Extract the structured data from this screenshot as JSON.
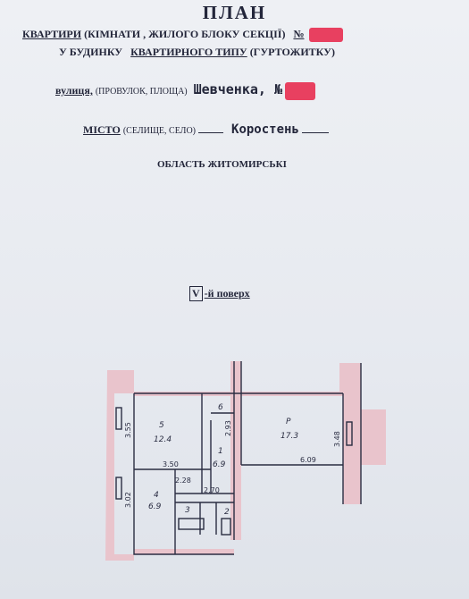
{
  "header": {
    "title": "ПЛАН",
    "line1_word": "КВАРТИРИ",
    "line1_rest": "(КІМНАТИ , ЖИЛОГО БЛОКУ  СЕКЦІЇ)",
    "line1_mark": "№",
    "line2_prefix": "У БУДИНКУ",
    "line2_word": "КВАРТИРНОГО  ТИПУ",
    "line2_rest": "(ГУРТОЖИТКУ)"
  },
  "address": {
    "street_label": "вулиця,",
    "street_hint": "(ПРОВУЛОК, ПЛОЩА)",
    "street_value": "Шевченка, №",
    "city_label": "МІСТО",
    "city_hint": "(СЕЛИЩЕ, СЕЛО)",
    "city_value": "Коростень",
    "region": "ОБЛАСТЬ ЖИТОМИРСЬКІ"
  },
  "floor": {
    "number": "V",
    "suffix": "-й  поверх"
  },
  "plan": {
    "rooms": [
      {
        "num": "5",
        "area": "12.4"
      },
      {
        "num": "1",
        "area": "6.9"
      },
      {
        "num": "6",
        "area": ""
      },
      {
        "num": "P",
        "area": "17.3"
      },
      {
        "num": "4",
        "area": "6.9"
      },
      {
        "num": "3",
        "area": ""
      },
      {
        "num": "2",
        "area": ""
      }
    ],
    "dimensions": [
      "3.55",
      "3.50",
      "2.28",
      "3.02",
      "2.70",
      "6.09",
      "2.93",
      "3.48"
    ],
    "colors": {
      "wall": "#e9c4cc",
      "line": "#2a2d42",
      "redaction": "#e84060"
    }
  }
}
